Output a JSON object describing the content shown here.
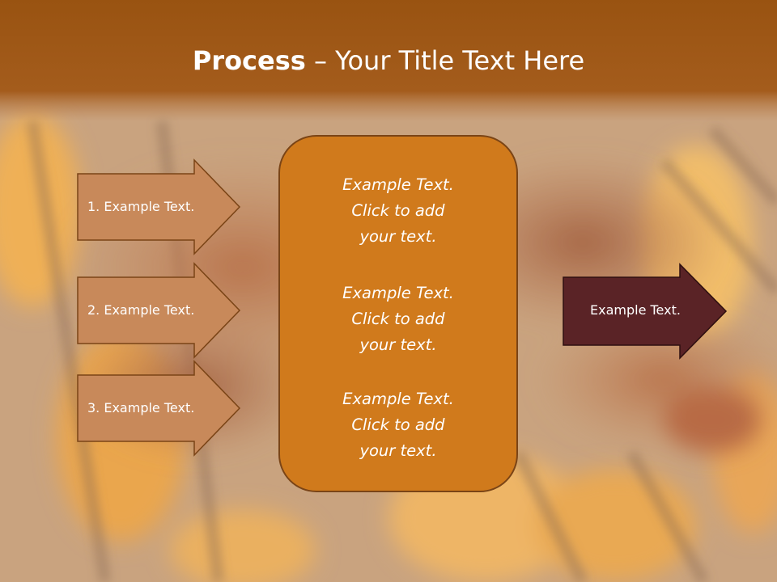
{
  "slide": {
    "title_bold": "Process",
    "title_rest": " – Your Title Text Here",
    "left_arrows": [
      {
        "label": "1. Example Text."
      },
      {
        "label": "2. Example Text."
      },
      {
        "label": "3. Example Text."
      }
    ],
    "center_box": {
      "blocks": [
        {
          "line1": "Example Text.",
          "line2": "Click  to add",
          "line3": "your text."
        },
        {
          "line1": "Example Text.",
          "line2": "Click  to add",
          "line3": "your text."
        },
        {
          "line1": "Example Text.",
          "line2": "Click  to add",
          "line3": "your text."
        }
      ]
    },
    "right_arrow": {
      "label": "Example Text."
    }
  },
  "colors": {
    "header": "#9a5514",
    "left_arrow_fill": "#c8895a",
    "left_arrow_stroke": "#7a4416",
    "center_fill": "#d07a1c",
    "center_stroke": "#7a4416",
    "right_arrow_fill": "#5a2326",
    "right_arrow_stroke": "#2e0f10"
  },
  "icons": {
    "background": "grill-flames-photo"
  }
}
